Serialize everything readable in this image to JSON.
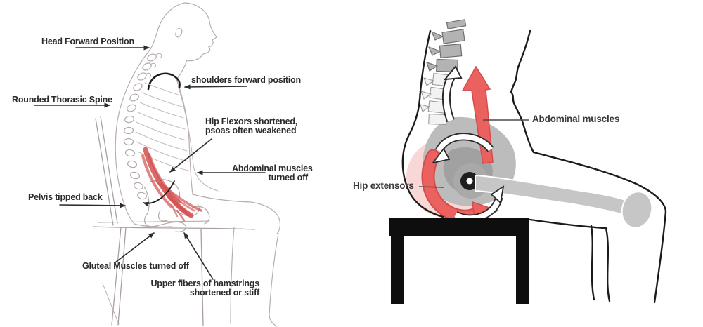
{
  "colors": {
    "label_text_left": "#2b2b2b",
    "label_text_right": "#3a3a3a",
    "sketch_line": "#b9aeae",
    "sketch_muscle_red": "#d44f4f",
    "muscle_red": "#ea615f",
    "muscle_red_dark": "#d34b4b",
    "pink_blush": "#f6c6c4",
    "bone_gray": "#c6c6c6",
    "pelvis_gray": "#bcbcbc",
    "joint_gray": "#a9a9a9",
    "outline_black": "#1b1b1b",
    "stool_black": "#0e0e0e"
  },
  "left_panel": {
    "labels": {
      "head_forward": "Head Forward Position",
      "shoulders_forward": "shoulders forward position",
      "rounded_spine": "Rounded Thorasic Spine",
      "hip_flexors_1": "Hip Flexors shortened,",
      "hip_flexors_2": "psoas often weakened",
      "abdominal_1": "Abdominal muscles",
      "abdominal_2": "turned off",
      "pelvis_tipped": "Pelvis tipped back",
      "gluteal": "Gluteal Muscles turned off",
      "hamstrings_1": "Upper fibers of hamstrings",
      "hamstrings_2": "shortened or stiff"
    }
  },
  "right_panel": {
    "labels": {
      "abdominal": "Abdominal muscles",
      "hip_extensors": "Hip extensors"
    }
  }
}
